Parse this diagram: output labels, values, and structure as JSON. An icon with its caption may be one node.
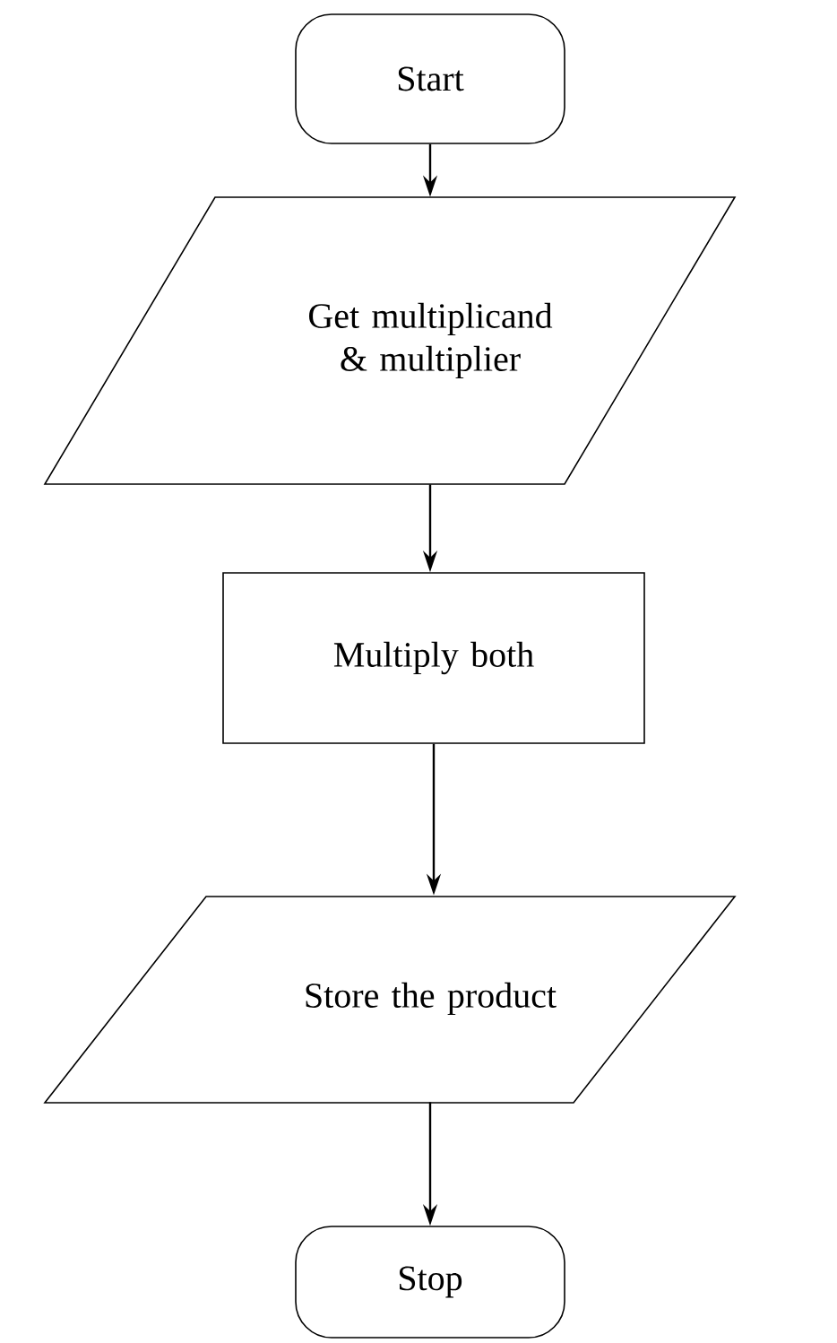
{
  "diagram": {
    "nodes": [
      {
        "text": [
          "Start"
        ]
      },
      {
        "text": [
          "Get multiplicand & multiplier"
        ]
      },
      {
        "text": [
          "Multiply both"
        ]
      },
      {
        "text": [
          "Store the product"
        ]
      },
      {
        "text": [
          "Stop"
        ]
      }
    ],
    "edges": [
      {
        "from": 0,
        "to": 1,
        "arrow": "to"
      },
      {
        "from": 1,
        "to": 2,
        "arrow": "to"
      },
      {
        "from": 2,
        "to": 3,
        "arrow": "to"
      },
      {
        "from": 3,
        "to": 4,
        "arrow": "to"
      }
    ]
  }
}
